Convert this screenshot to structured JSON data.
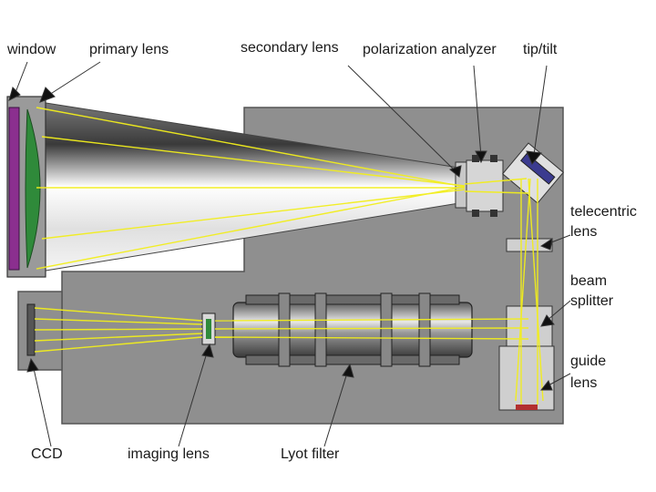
{
  "labels": {
    "window": "window",
    "primary_lens": "primary lens",
    "secondary_lens": "secondary lens",
    "polarization_analyzer": "polarization analyzer",
    "tip_tilt": "tip/tilt",
    "telecentric_lens_1": "telecentric",
    "telecentric_lens_2": "lens",
    "beam_splitter_1": "beam",
    "beam_splitter_2": "splitter",
    "guide_lens_1": "guide",
    "guide_lens_2": "lens",
    "ccd": "CCD",
    "imaging_lens": "imaging lens",
    "lyot_filter": "Lyot filter"
  },
  "colors": {
    "enclosure": "#8f8f8f",
    "enclosure_edge": "#555555",
    "rays": "#f2ee1c",
    "window": "#8b2f8f",
    "primary_lens": "#2f8a3a",
    "tip_tilt_mirror": "#3b3b8f",
    "guide_accent": "#b23030"
  }
}
